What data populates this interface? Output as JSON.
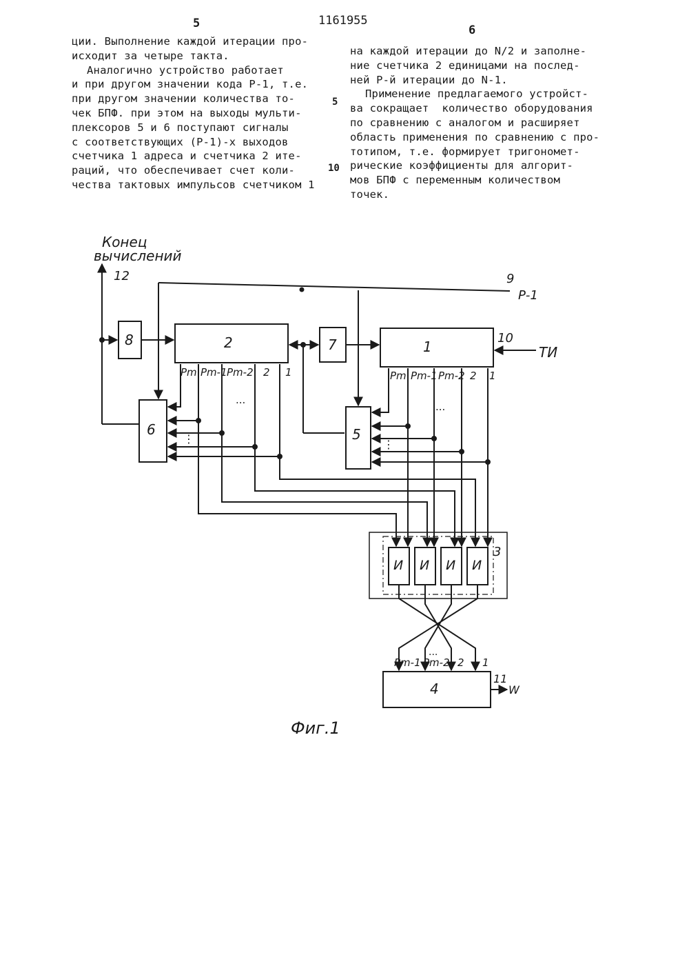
{
  "header": {
    "page_left": "5",
    "patent_number": "1161955",
    "page_right": "6"
  },
  "left_column": [
    "ции. Выполнение каждой итерации про-",
    "исходит за четыре такта.",
    "Аналогично устройство работает",
    "и при другом значении кода Р-1, т.е.",
    "при другом значении количества то-",
    "чек БПФ. при этом на выходы мульти-",
    "плексоров 5 и 6 поступают сигналы",
    "с соответствующих (Р-1)-х выходов",
    "счетчика 1 адреса и счетчика 2 ите-",
    "раций, что обеспечивает счет коли-",
    "чества тактовых импульсов счетчиком 1"
  ],
  "right_column": [
    "на каждой итерации до N/2 и заполне-",
    "ние счетчика 2 единицами на послед-",
    "ней Р-й итерации до N-1.",
    "Применение предлагаемого устройст-",
    "ва сокращает  количество оборудования",
    "по сравнению с аналогом и расширяет",
    "область применения по сравнению с про-",
    "тотипом, т.е. формирует тригономет-",
    "рические коэффициенты для алгорит-",
    "мов БПФ с переменным количеством",
    "точек."
  ],
  "line_numbers": [
    "5",
    "10"
  ],
  "figure": {
    "top_label_line1": "Конец",
    "top_label_line2": "вычислений",
    "label_12": "12",
    "label_9": "9",
    "label_p1": "Р-1",
    "label_10": "10",
    "label_ti": "ТИ",
    "label_3": "3",
    "label_11": "11",
    "label_w": "W",
    "block_8": "8",
    "block_2": "2",
    "block_7": "7",
    "block_1": "1",
    "block_6": "6",
    "block_5": "5",
    "block_4": "4",
    "and_gate": "И",
    "out_pm": "Pm",
    "out_pm1": "Pm-1",
    "out_pm2": "Pm-2",
    "out_2": "2",
    "out_1": "1",
    "dots_h": "...",
    "dots_v": "⋮",
    "caption": "Фиг.1"
  }
}
